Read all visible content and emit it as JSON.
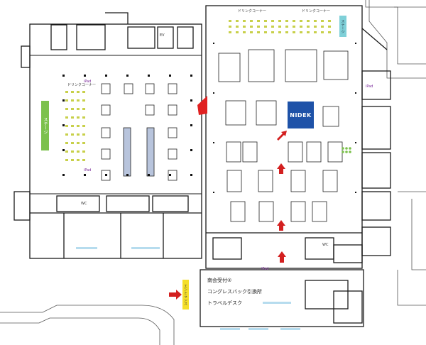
{
  "map": {
    "highlight_color": "#1e52a8",
    "stage_color": "#7cc14d",
    "arrow_color": "#d32020",
    "wall_color": "#1a1a1a"
  },
  "booth": {
    "name": "NIDEK"
  },
  "info": {
    "line1": "南会受付②",
    "line2": "コングレスバック引換所",
    "line3": "トラベルデスク"
  },
  "labels": {
    "drink_corner": "ドリンクコーナー",
    "stage": "ステージ",
    "entrance": "エントランス",
    "tag_ipad_1": "iPad",
    "tag_ipad_2": "iPad",
    "tag_ipad_3": "iPad",
    "tag_ipad_4": "iPad"
  },
  "legend": {
    "wc": "WC",
    "elevator": "EV"
  }
}
